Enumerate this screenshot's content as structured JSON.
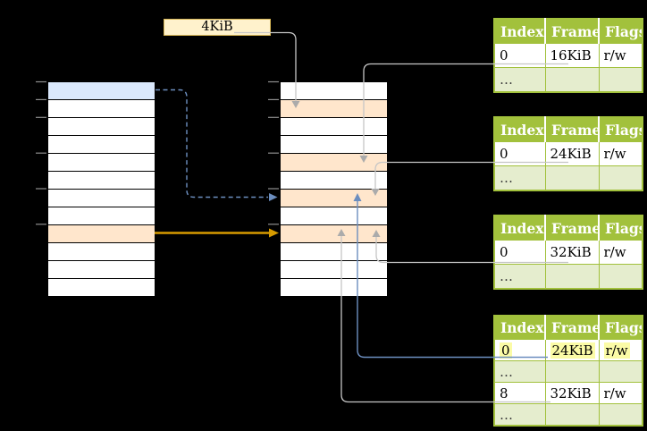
{
  "size_label": {
    "text": "4KiB"
  },
  "columns": {
    "left": {
      "rows": [
        "blue",
        "white",
        "white",
        "white",
        "white",
        "white",
        "white",
        "white",
        "peach",
        "white",
        "white",
        "white"
      ]
    },
    "middle": {
      "rows": [
        "white",
        "peach",
        "white",
        "white",
        "peach",
        "white",
        "peach",
        "white",
        "peach",
        "white",
        "white",
        "white"
      ]
    }
  },
  "tick_rows": [
    0,
    1,
    2,
    4,
    6,
    8
  ],
  "tables": [
    {
      "name": "page-table-1",
      "headers": [
        "Index",
        "Frame",
        "Flags"
      ],
      "rows": [
        {
          "cells": [
            "0",
            "16KiB",
            "r/w"
          ]
        },
        {
          "cells": [
            "…",
            "",
            ""
          ]
        }
      ]
    },
    {
      "name": "page-table-2",
      "headers": [
        "Index",
        "Frame",
        "Flags"
      ],
      "rows": [
        {
          "cells": [
            "0",
            "24KiB",
            "r/w"
          ]
        },
        {
          "cells": [
            "…",
            "",
            ""
          ]
        }
      ]
    },
    {
      "name": "page-table-3",
      "headers": [
        "Index",
        "Frame",
        "Flags"
      ],
      "rows": [
        {
          "cells": [
            "0",
            "32KiB",
            "r/w"
          ]
        },
        {
          "cells": [
            "…",
            "",
            ""
          ]
        }
      ]
    },
    {
      "name": "page-table-4",
      "headers": [
        "Index",
        "Frame",
        "Flags"
      ],
      "rows": [
        {
          "cells": [
            "0",
            "24KiB",
            "r/w"
          ],
          "highlighted": true
        },
        {
          "cells": [
            "…",
            "",
            ""
          ]
        },
        {
          "cells": [
            "8",
            "32KiB",
            "r/w"
          ]
        },
        {
          "cells": [
            "…",
            "",
            ""
          ]
        }
      ]
    }
  ],
  "palette": {
    "table_header_green": "#A2C13C",
    "table_alt_row_green": "#E5EDCE",
    "frame_highlight_peach": "#FFE6CC",
    "page_highlight_blue": "#DAE8FC",
    "size_label_cream": "#FFF2CC",
    "size_label_border": "#D6B656",
    "selected_entry_yellow": "#FBFBA6",
    "connector_gray": "#C6C6C6",
    "connector_blue": "#6C8EBF",
    "connector_orange": "#D79B00",
    "tick_gray": "#8F8F8F"
  }
}
